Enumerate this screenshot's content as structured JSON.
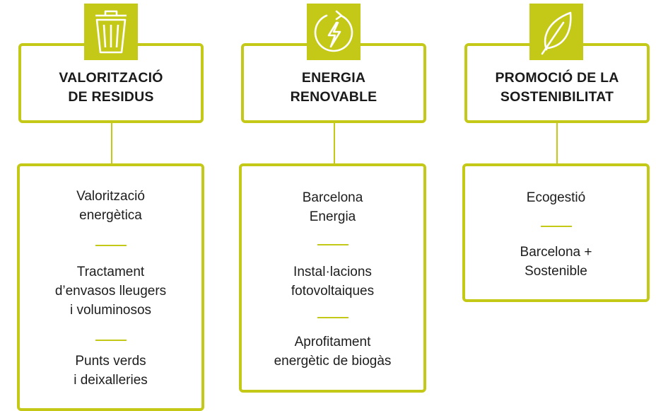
{
  "accent_color": "#c4c816",
  "columns": [
    {
      "icon": "trash-bin-icon",
      "title": "VALORITZACIÓ\nDE RESIDUS",
      "items": [
        "Valorització\nenergètica",
        "Tractament\nd’envasos lleugers\ni voluminosos",
        "Punts verds\ni deixalleries"
      ]
    },
    {
      "icon": "lightning-bolt-icon",
      "title": "ENERGIA\nRENOVABLE",
      "items": [
        "Barcelona\nEnergia",
        "Instal·lacions\nfotovoltaiques",
        "Aprofitament\nenergètic de biogàs"
      ]
    },
    {
      "icon": "leaf-icon",
      "title": "PROMOCIÓ DE LA\nSOSTENIBILITAT",
      "items": [
        "Ecogestió",
        "Barcelona +\nSostenible"
      ]
    }
  ]
}
